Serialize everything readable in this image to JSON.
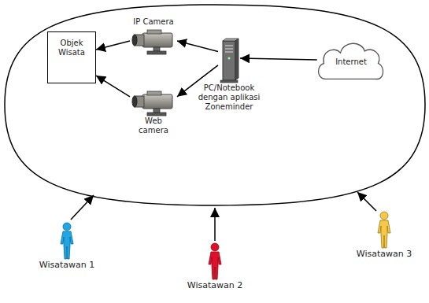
{
  "diagram": {
    "nodes": [
      {
        "text": [
          "Objek Wisata"
        ]
      },
      {
        "text": [
          "IP Camera"
        ]
      },
      {
        "text": [
          "PC/Notebook dengan aplikasi Zoneminder"
        ]
      },
      {
        "text": [
          "Internet"
        ]
      },
      {
        "text": [
          "Web camera"
        ]
      },
      {
        "text": [
          "Wisatawan 1"
        ]
      },
      {
        "text": [
          "Wisatawan 2"
        ]
      },
      {
        "text": [
          "Wisatawan 3"
        ]
      }
    ],
    "edges": [
      {
        "from": 3,
        "to": 2,
        "arrow": "to"
      },
      {
        "from": 2,
        "to": 1,
        "arrow": "to"
      },
      {
        "from": 2,
        "to": 4,
        "arrow": "to"
      },
      {
        "from": 1,
        "to": 0,
        "arrow": "to"
      },
      {
        "from": 4,
        "to": 0,
        "arrow": "to"
      }
    ]
  }
}
